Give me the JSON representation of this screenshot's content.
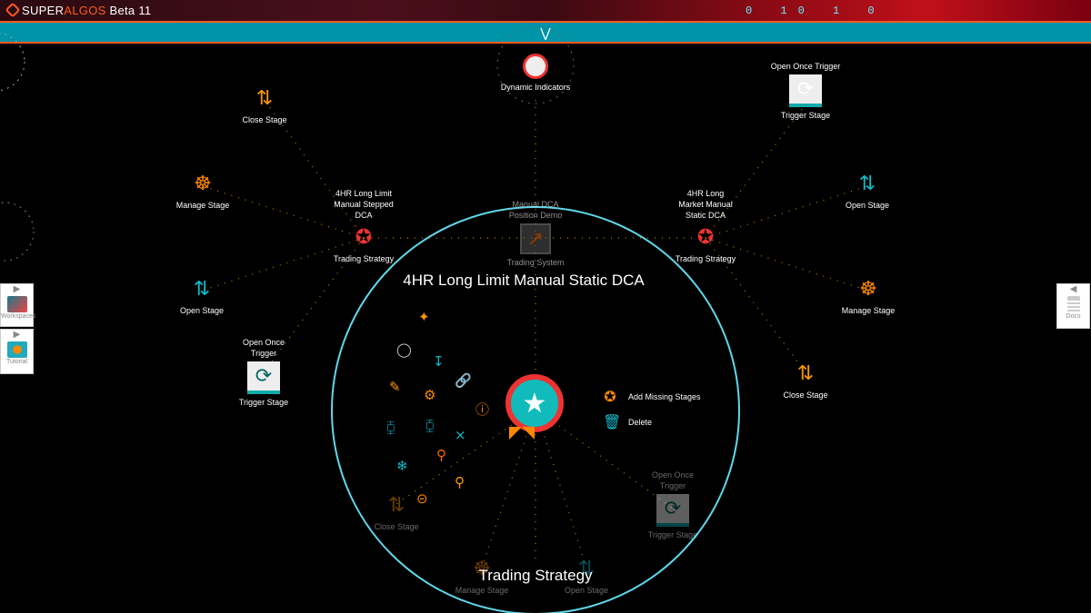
{
  "header": {
    "brand_super": "SUPER",
    "brand_algos": "ALGOS",
    "brand_version": "Beta 11",
    "digits": "0 10 1 0",
    "collapse_icon": "double-chevron-down"
  },
  "nodes": {
    "dynamic_indicators": {
      "label": "Dynamic Indicators"
    },
    "close_stage_tl": {
      "label": "Close Stage"
    },
    "trigger_stage_tr": {
      "title": "Open Once Trigger",
      "label": "Trigger Stage"
    },
    "manage_stage_l": {
      "label": "Manage Stage"
    },
    "strategy_left": {
      "title": "4HR Long Limit Manual Stepped DCA",
      "label": "Trading Strategy"
    },
    "trading_system": {
      "title": "Manual DCA Position Demo",
      "label": "Trading System"
    },
    "strategy_right": {
      "title": "4HR Long Market Manual Static DCA",
      "label": "Trading Strategy"
    },
    "open_stage_tr": {
      "label": "Open Stage"
    },
    "open_stage_l": {
      "label": "Open Stage"
    },
    "manage_stage_r": {
      "label": "Manage Stage"
    },
    "trigger_stage_bl": {
      "title": "Open Once Trigger",
      "label": "Trigger Stage"
    },
    "close_stage_br": {
      "label": "Close Stage"
    },
    "close_stage_in": {
      "label": "Close Stage"
    },
    "trigger_stage_in": {
      "title": "Open Once Trigger",
      "label": "Trigger Stage"
    },
    "manage_stage_in": {
      "label": "Manage Stage"
    },
    "open_stage_in": {
      "label": "Open Stage"
    }
  },
  "focus": {
    "title": "4HR Long Limit Manual Static DCA",
    "type": "Trading Strategy"
  },
  "menu": {
    "add_missing_stages": "Add Missing Stages",
    "delete": "Delete"
  },
  "side": {
    "workspaces": "Workspaces",
    "tutorial": "Tutorial",
    "docs": "Docs"
  },
  "colors": {
    "accent": "#0094a8",
    "brand": "#ff5a1f",
    "ring": "#5fd8ea",
    "link": "#f0a000"
  }
}
